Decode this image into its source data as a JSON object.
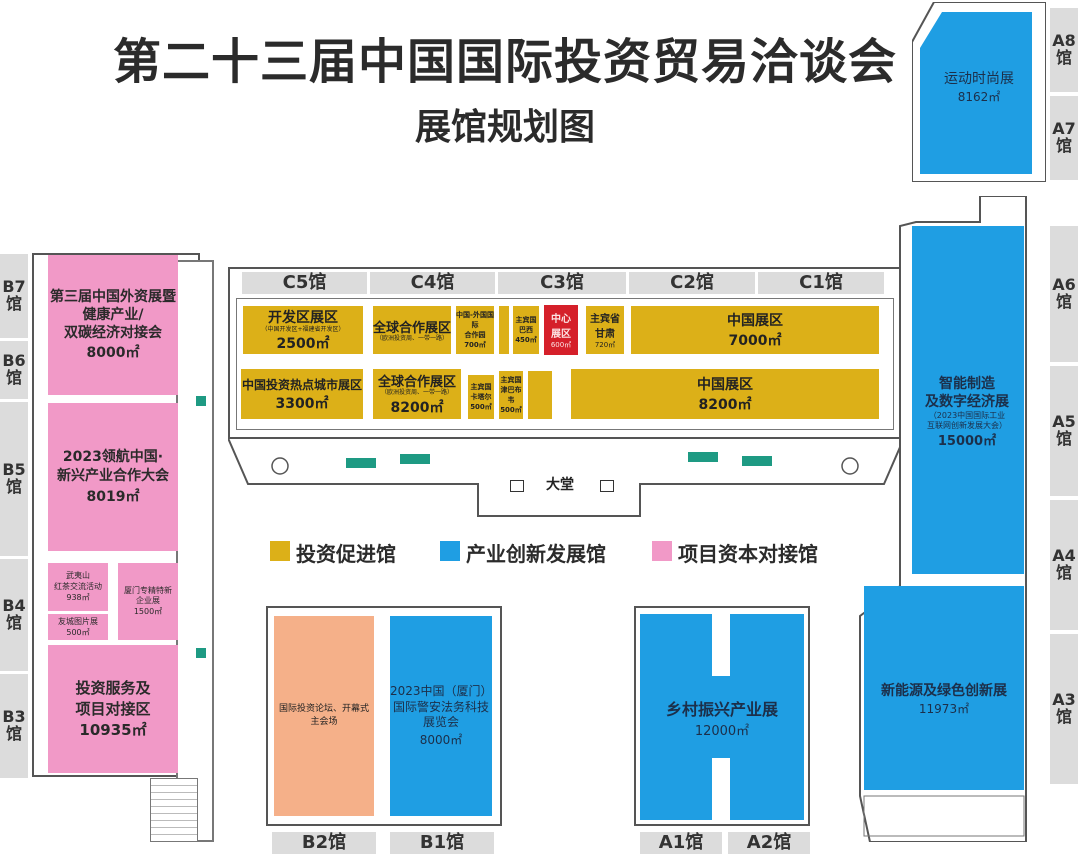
{
  "header": {
    "title": "第二十三届中国国际投资贸易洽谈会",
    "subtitle": "展馆规划图"
  },
  "colors": {
    "investment_promotion": "#dcb018",
    "industry_innovation": "#1f9ee3",
    "project_capital": "#f199c7",
    "forum_venue": "#f5b089",
    "center_zone": "#d5202a"
  },
  "legend": [
    {
      "label": "投资促进馆",
      "color": "#dcb018"
    },
    {
      "label": "产业创新发展馆",
      "color": "#1f9ee3"
    },
    {
      "label": "项目资本对接馆",
      "color": "#f199c7"
    }
  ],
  "halls": {
    "b7": [
      "B7",
      "馆"
    ],
    "b6": [
      "B6",
      "馆"
    ],
    "b5": [
      "B5",
      "馆"
    ],
    "b4": [
      "B4",
      "馆"
    ],
    "b3": [
      "B3",
      "馆"
    ],
    "a8": [
      "A8",
      "馆"
    ],
    "a7": [
      "A7",
      "馆"
    ],
    "a6": [
      "A6",
      "馆"
    ],
    "a5": [
      "A5",
      "馆"
    ],
    "a4": [
      "A4",
      "馆"
    ],
    "a3": [
      "A3",
      "馆"
    ],
    "c5": "C5馆",
    "c4": "C4馆",
    "c3": "C3馆",
    "c2": "C2馆",
    "c1": "C1馆",
    "b2": "B2馆",
    "b1": "B1馆",
    "a1": "A1馆",
    "a2": "A2馆"
  },
  "west_zones": {
    "fdi": {
      "lines": [
        "第三届中国外资展暨",
        "健康产业/",
        "双碳经济对接会"
      ],
      "area": "8000㎡"
    },
    "leading": {
      "lines": [
        "2023领航中国·",
        "新兴产业合作大会"
      ],
      "area": "8019㎡"
    },
    "wuyi": {
      "lines": [
        "武夷山",
        "红茶交流活动"
      ],
      "area": "938㎡"
    },
    "friend_city": {
      "lines": [
        "友城图片展"
      ],
      "area": "500㎡"
    },
    "xiamen_sme": {
      "lines": [
        "厦门专精特新",
        "企业展"
      ],
      "area": "1500㎡"
    },
    "invest_service": {
      "lines": [
        "投资服务及",
        "项目对接区"
      ],
      "area": "10935㎡"
    }
  },
  "c_zones": {
    "dev_zone": {
      "name": "开发区展区",
      "sub": "（中国开发区+福建省开发区）",
      "area": "2500㎡"
    },
    "global_top": {
      "name": "全球合作展区",
      "sub": "（欧洲投资周、一带一路）",
      "area": ""
    },
    "china_foreign": {
      "name": "中国-外国国际",
      "sub": "合作园",
      "area": "700㎡"
    },
    "guest_brazil": {
      "name": "主宾国",
      "sub": "巴西",
      "area": "450㎡"
    },
    "center": {
      "name": "中心",
      "sub": "展区",
      "area": "600㎡"
    },
    "guest_gansu": {
      "name": "主宾省",
      "sub": "甘肃",
      "area": "720㎡"
    },
    "china_top": {
      "name": "中国展区",
      "area": "7000㎡"
    },
    "hot_city": {
      "name": "中国投资热点城市展区",
      "area": "3300㎡"
    },
    "global_bottom": {
      "name": "全球合作展区",
      "sub": "（欧洲投资周、一带一路）",
      "area": "8200㎡"
    },
    "guest_qatar": {
      "name": "主宾国",
      "sub": "卡塔尔",
      "area": "500㎡"
    },
    "guest_zimbabwe": {
      "name": "主宾国",
      "sub": "津巴布韦",
      "area": "500㎡"
    },
    "china_bottom": {
      "name": "中国展区",
      "area": "8200㎡"
    }
  },
  "lobby": "大堂",
  "b_zones": {
    "forum": {
      "lines": [
        "国际投资论坛、开幕式",
        "主会场"
      ]
    },
    "police": {
      "lines": [
        "2023中国（厦门）",
        "国际警安法务科技",
        "展览会"
      ],
      "area": "8000㎡"
    }
  },
  "a_zones": {
    "rural": {
      "name": "乡村振兴产业展",
      "area": "12000㎡"
    },
    "fashion": {
      "name": "运动时尚展",
      "area": "8162㎡"
    },
    "smart": {
      "lines": [
        "智能制造",
        "及数字经济展"
      ],
      "sub": [
        "（2023中国国际工业",
        "互联网创新发展大会）"
      ],
      "area": "15000㎡"
    },
    "energy": {
      "name": "新能源及绿色创新展",
      "area": "11973㎡"
    }
  }
}
